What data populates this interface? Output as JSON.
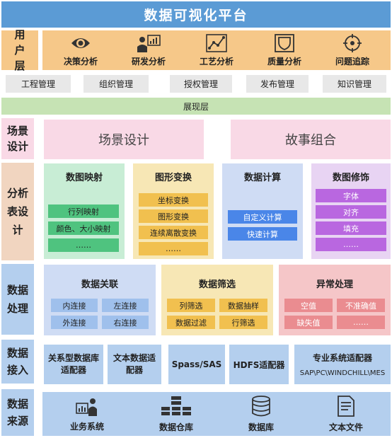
{
  "title": "数据可视化平台",
  "layers": {
    "user": "用户层",
    "scene": "场景设计",
    "analysis": "分析表设计",
    "processing": "数据处理",
    "access": "数据接入",
    "source": "数据来源"
  },
  "user_items": [
    {
      "label": "决策分析",
      "icon": "eye-icon"
    },
    {
      "label": "研发分析",
      "icon": "presenter-chart-icon"
    },
    {
      "label": "工艺分析",
      "icon": "line-chart-icon"
    },
    {
      "label": "质量分析",
      "icon": "shield-icon"
    },
    {
      "label": "问题追踪",
      "icon": "target-icon"
    }
  ],
  "management": [
    "工程管理",
    "组织管理",
    "授权管理",
    "发布管理",
    "知识管理"
  ],
  "display_layer": "展现层",
  "scene_items": [
    "场景设计",
    "故事组合"
  ],
  "analysis": [
    {
      "title": "数图映射",
      "items": [
        "行列映射",
        "颜色、大小映射",
        "……"
      ]
    },
    {
      "title": "图形变换",
      "items": [
        "坐标变换",
        "图形变换",
        "连续离散变换",
        "……"
      ]
    },
    {
      "title": "数据计算",
      "items": [
        "自定义计算",
        "快速计算"
      ]
    },
    {
      "title": "数图修饰",
      "items": [
        "字体",
        "对齐",
        "填充",
        "……"
      ]
    }
  ],
  "processing": [
    {
      "title": "数据关联",
      "items": [
        "内连接",
        "左连接",
        "外连接",
        "右连接"
      ]
    },
    {
      "title": "数据筛选",
      "items": [
        "列筛选",
        "数据抽样",
        "数据过滤",
        "行筛选"
      ]
    },
    {
      "title": "异常处理",
      "items": [
        "空值",
        "不准确值",
        "缺失值",
        "……"
      ]
    }
  ],
  "access": [
    "关系型数据库适配器",
    "文本数据适配器",
    "Spass/SAS",
    "HDFS适配器"
  ],
  "access_special": {
    "title": "专业系统适配器",
    "sub": "SAP\\PC\\WINDCHILL\\MES"
  },
  "sources": [
    {
      "label": "业务系统",
      "icon": "worker-chart-icon"
    },
    {
      "label": "数据仓库",
      "icon": "server-rack-icon"
    },
    {
      "label": "数据库",
      "icon": "database-icon"
    },
    {
      "label": "文本文件",
      "icon": "document-icon"
    }
  ],
  "colors": {
    "title_blue": "#5b9bd5",
    "user_orange": "#f6c889",
    "mgmt_gray": "#e8e8e8",
    "display_green": "#c6e3b4",
    "scene_pink": "#f9d9e6",
    "analysis_tan": "#f1d5c0",
    "process_blue": "#b4cfee",
    "access_blue": "#b4cfee"
  }
}
